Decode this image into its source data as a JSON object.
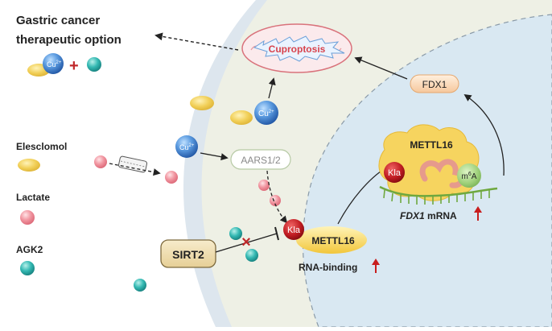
{
  "title_line1": "Gastric cancer",
  "title_line2": "therapeutic option",
  "cu_label": "Cu",
  "cu_sup": "2+",
  "plus_sign": "+",
  "legend": {
    "elesclomol": "Elesclomol",
    "lactate": "Lactate",
    "agk2": "AGK2"
  },
  "mito_label": "Cuproptosis",
  "fdx1_label": "FDX1",
  "aars_label": "AARS1/2",
  "sirt2_label": "SIRT2",
  "kla_label": "Kla",
  "mettl16_label": "METTL16",
  "m6a_m": "m",
  "m6a_sup": "6",
  "m6a_a": "A",
  "fdx1_mrna_italic": "FDX1",
  "fdx1_mrna_rest": " mRNA",
  "rna_binding_label": "RNA-binding",
  "inhibit_mark": "×",
  "colors": {
    "cell_outer": "#dde6ee",
    "cytoplasm": "#eef0e6",
    "nucleus": "#dbe9f3",
    "cu_blue": "#2e72c4",
    "elesclomol_yellow": "#efcb4f",
    "lactate_pink": "#ec8894",
    "agk2_teal": "#2cafac",
    "kla_red": "#b8141c",
    "up_arrow_red": "#c81e1e",
    "mito_red": "#d8434c"
  }
}
